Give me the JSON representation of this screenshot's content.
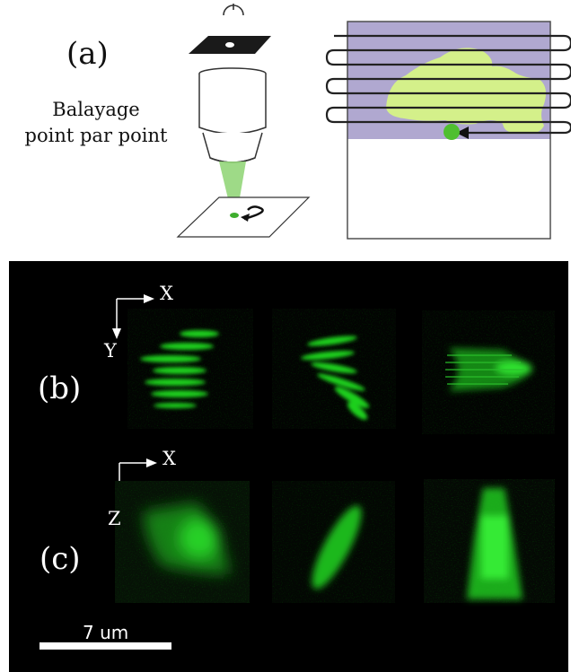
{
  "panel_a": {
    "label": "(a)",
    "caption_lines": [
      "Balayage",
      "point par point"
    ]
  },
  "panel_b": {
    "label": "(b)",
    "axis_h": "X",
    "axis_v": "Y"
  },
  "panel_c": {
    "label": "(c)",
    "axis_h": "X",
    "axis_v": "Z"
  },
  "scale_bar": {
    "label": "7 um"
  },
  "colors": {
    "fluorescence": "#20d020",
    "scan_region": "#b0a8d0",
    "sample": "#d4f08a",
    "background_dark": "#000000"
  }
}
